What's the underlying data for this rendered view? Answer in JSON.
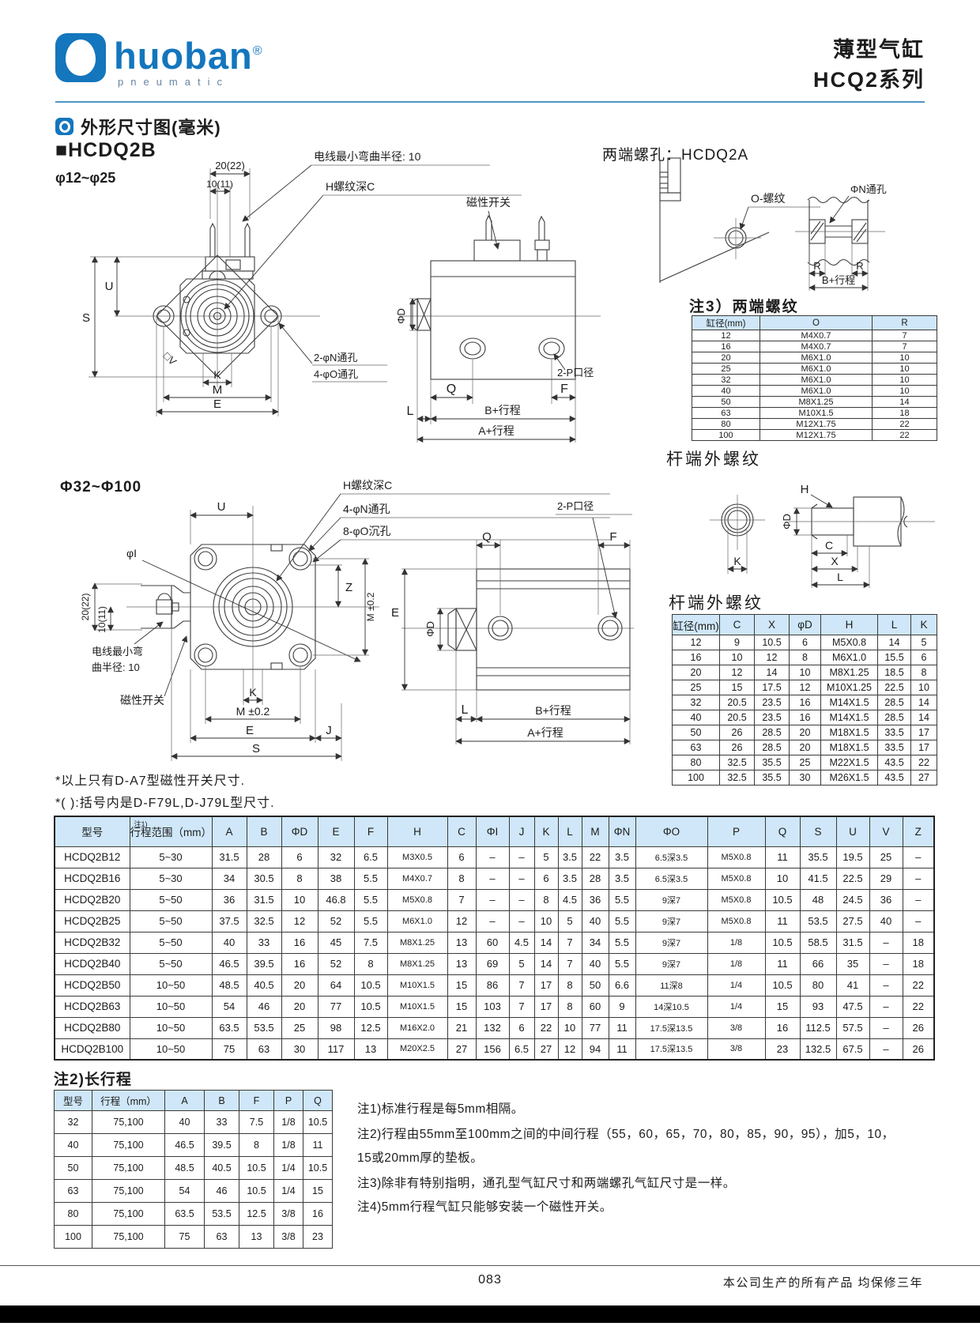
{
  "colors": {
    "brand_blue": "#1476bd",
    "line_blue": "#4f96c6",
    "table_header_bg": "#cfe7f8",
    "bar_black": "#000000"
  },
  "header": {
    "logo_text": "huoban",
    "logo_reg": "®",
    "logo_sub": "pneumatic",
    "title_line1": "薄型气缸",
    "title_line2": "HCQ2系列"
  },
  "section": {
    "title": "外形尺寸图(毫米)"
  },
  "models": {
    "b_heading": "■HCDQ2B",
    "b_range": "φ12~φ25",
    "large_range": "Φ32~Φ100"
  },
  "diag_small": {
    "dim1": "20(22)",
    "dim2": "10(11)",
    "wire": "电线最小弯曲半径: 10",
    "thread": "H螺纹深C",
    "u": "U",
    "s": "S",
    "k": "K",
    "m": "M",
    "e": "E",
    "v": "□V",
    "holes_n": "2-φN通孔",
    "holes_o": "4-φO通孔",
    "switch": "磁性开关",
    "d": "ΦD",
    "q": "Q",
    "f": "F",
    "l": "L",
    "port": "2-P口径",
    "b": "B+行程",
    "a": "A+行程"
  },
  "diag_a": {
    "title": "两端螺孔：HCDQ2A",
    "o": "O-螺纹",
    "n": "ΦN通孔",
    "r": "R",
    "b": "B+行程"
  },
  "note3": {
    "title": "注3）两端螺纹",
    "headers": [
      "缸径(mm)",
      "O",
      "R"
    ],
    "rows": [
      [
        "12",
        "M4X0.7",
        "7"
      ],
      [
        "16",
        "M4X0.7",
        "7"
      ],
      [
        "20",
        "M6X1.0",
        "10"
      ],
      [
        "25",
        "M6X1.0",
        "10"
      ],
      [
        "32",
        "M6X1.0",
        "10"
      ],
      [
        "40",
        "M6X1.0",
        "10"
      ],
      [
        "50",
        "M8X1.25",
        "14"
      ],
      [
        "63",
        "M10X1.5",
        "18"
      ],
      [
        "80",
        "M12X1.75",
        "22"
      ],
      [
        "100",
        "M12X1.75",
        "22"
      ]
    ]
  },
  "rod_diag": {
    "title": "杆端外螺纹",
    "h": "H",
    "d": "ΦD",
    "c": "C",
    "x": "X",
    "k": "K",
    "l": "L"
  },
  "rod_table": {
    "title": "杆端外螺纹",
    "headers": [
      "缸径(mm)",
      "C",
      "X",
      "φD",
      "H",
      "L",
      "K"
    ],
    "rows": [
      [
        "12",
        "9",
        "10.5",
        "6",
        "M5X0.8",
        "14",
        "5"
      ],
      [
        "16",
        "10",
        "12",
        "8",
        "M6X1.0",
        "15.5",
        "6"
      ],
      [
        "20",
        "12",
        "14",
        "10",
        "M8X1.25",
        "18.5",
        "8"
      ],
      [
        "25",
        "15",
        "17.5",
        "12",
        "M10X1.25",
        "22.5",
        "10"
      ],
      [
        "32",
        "20.5",
        "23.5",
        "16",
        "M14X1.5",
        "28.5",
        "14"
      ],
      [
        "40",
        "20.5",
        "23.5",
        "16",
        "M14X1.5",
        "28.5",
        "14"
      ],
      [
        "50",
        "26",
        "28.5",
        "20",
        "M18X1.5",
        "33.5",
        "17"
      ],
      [
        "63",
        "26",
        "28.5",
        "20",
        "M18X1.5",
        "33.5",
        "17"
      ],
      [
        "80",
        "32.5",
        "35.5",
        "25",
        "M22X1.5",
        "43.5",
        "22"
      ],
      [
        "100",
        "32.5",
        "35.5",
        "30",
        "M26X1.5",
        "43.5",
        "27"
      ]
    ]
  },
  "diag_large": {
    "u": "U",
    "phi_i": "φI",
    "dim1": "20(22)",
    "dim2": "10(11)",
    "wire1": "电线最小弯",
    "wire2": "曲半径: 10",
    "switch": "磁性开关",
    "thread": "H螺纹深C",
    "n4": "4-φN通孔",
    "o8": "8-φO沉孔",
    "z": "Z",
    "m_right": "M ±0.2",
    "k": "K",
    "m_bottom": "M ±0.2",
    "e": "E",
    "s": "S",
    "j": "J",
    "q": "Q",
    "f": "F",
    "port": "2-P口径",
    "d": "ΦD",
    "e_side": "E",
    "l": "L",
    "b": "B+行程",
    "a": "A+行程"
  },
  "footnotes": [
    "*以上只有D-A7型磁性开关尺寸.",
    "*( ):括号内是D-F79L,D-J79L型尺寸."
  ],
  "main_table": {
    "sup": "注1)",
    "headers": [
      "型号",
      "行程范围（mm）",
      "A",
      "B",
      "ΦD",
      "E",
      "F",
      "H",
      "C",
      "ΦI",
      "J",
      "K",
      "L",
      "M",
      "ΦN",
      "ΦO",
      "P",
      "Q",
      "S",
      "U",
      "V",
      "Z"
    ],
    "rows": [
      [
        "HCDQ2B12",
        "5~30",
        "31.5",
        "28",
        "6",
        "32",
        "6.5",
        "M3X0.5",
        "6",
        "–",
        "–",
        "5",
        "3.5",
        "22",
        "3.5",
        "6.5深3.5",
        "M5X0.8",
        "11",
        "35.5",
        "19.5",
        "25",
        "–"
      ],
      [
        "HCDQ2B16",
        "5~30",
        "34",
        "30.5",
        "8",
        "38",
        "5.5",
        "M4X0.7",
        "8",
        "–",
        "–",
        "6",
        "3.5",
        "28",
        "3.5",
        "6.5深3.5",
        "M5X0.8",
        "10",
        "41.5",
        "22.5",
        "29",
        "–"
      ],
      [
        "HCDQ2B20",
        "5~50",
        "36",
        "31.5",
        "10",
        "46.8",
        "5.5",
        "M5X0.8",
        "7",
        "–",
        "–",
        "8",
        "4.5",
        "36",
        "5.5",
        "9深7",
        "M5X0.8",
        "10.5",
        "48",
        "24.5",
        "36",
        "–"
      ],
      [
        "HCDQ2B25",
        "5~50",
        "37.5",
        "32.5",
        "12",
        "52",
        "5.5",
        "M6X1.0",
        "12",
        "–",
        "–",
        "10",
        "5",
        "40",
        "5.5",
        "9深7",
        "M5X0.8",
        "11",
        "53.5",
        "27.5",
        "40",
        "–"
      ],
      [
        "HCDQ2B32",
        "5~50",
        "40",
        "33",
        "16",
        "45",
        "7.5",
        "M8X1.25",
        "13",
        "60",
        "4.5",
        "14",
        "7",
        "34",
        "5.5",
        "9深7",
        "1/8",
        "10.5",
        "58.5",
        "31.5",
        "–",
        "18"
      ],
      [
        "HCDQ2B40",
        "5~50",
        "46.5",
        "39.5",
        "16",
        "52",
        "8",
        "M8X1.25",
        "13",
        "69",
        "5",
        "14",
        "7",
        "40",
        "5.5",
        "9深7",
        "1/8",
        "11",
        "66",
        "35",
        "–",
        "18"
      ],
      [
        "HCDQ2B50",
        "10~50",
        "48.5",
        "40.5",
        "20",
        "64",
        "10.5",
        "M10X1.5",
        "15",
        "86",
        "7",
        "17",
        "8",
        "50",
        "6.6",
        "11深8",
        "1/4",
        "10.5",
        "80",
        "41",
        "–",
        "22"
      ],
      [
        "HCDQ2B63",
        "10~50",
        "54",
        "46",
        "20",
        "77",
        "10.5",
        "M10X1.5",
        "15",
        "103",
        "7",
        "17",
        "8",
        "60",
        "9",
        "14深10.5",
        "1/4",
        "15",
        "93",
        "47.5",
        "–",
        "22"
      ],
      [
        "HCDQ2B80",
        "10~50",
        "63.5",
        "53.5",
        "25",
        "98",
        "12.5",
        "M16X2.0",
        "21",
        "132",
        "6",
        "22",
        "10",
        "77",
        "11",
        "17.5深13.5",
        "3/8",
        "16",
        "112.5",
        "57.5",
        "–",
        "26"
      ],
      [
        "HCDQ2B100",
        "10~50",
        "75",
        "63",
        "30",
        "117",
        "13",
        "M20X2.5",
        "27",
        "156",
        "6.5",
        "27",
        "12",
        "94",
        "11",
        "17.5深13.5",
        "3/8",
        "23",
        "132.5",
        "67.5",
        "–",
        "26"
      ]
    ]
  },
  "long_table": {
    "title": "注2)长行程",
    "headers": [
      "型号",
      "行程（mm）",
      "A",
      "B",
      "F",
      "P",
      "Q"
    ],
    "rows": [
      [
        "32",
        "75,100",
        "40",
        "33",
        "7.5",
        "1/8",
        "10.5"
      ],
      [
        "40",
        "75,100",
        "46.5",
        "39.5",
        "8",
        "1/8",
        "11"
      ],
      [
        "50",
        "75,100",
        "48.5",
        "40.5",
        "10.5",
        "1/4",
        "10.5"
      ],
      [
        "63",
        "75,100",
        "54",
        "46",
        "10.5",
        "1/4",
        "15"
      ],
      [
        "80",
        "75,100",
        "63.5",
        "53.5",
        "12.5",
        "3/8",
        "16"
      ],
      [
        "100",
        "75,100",
        "75",
        "63",
        "13",
        "3/8",
        "23"
      ]
    ]
  },
  "notes": [
    "注1)标准行程是每5mm相隔。",
    "注2)行程由55mm至100mm之间的中间行程（55，60，65，70，80，85，90，95），加5，10，",
    "15或20mm厚的垫板。",
    "注3)除非有特别指明，通孔型气缸尺寸和两端螺孔气缸尺寸是一样。",
    "注4)5mm行程气缸只能够安装一个磁性开关。"
  ],
  "footer": {
    "page": "083",
    "warranty": "本公司生产的所有产品  均保修三年"
  }
}
